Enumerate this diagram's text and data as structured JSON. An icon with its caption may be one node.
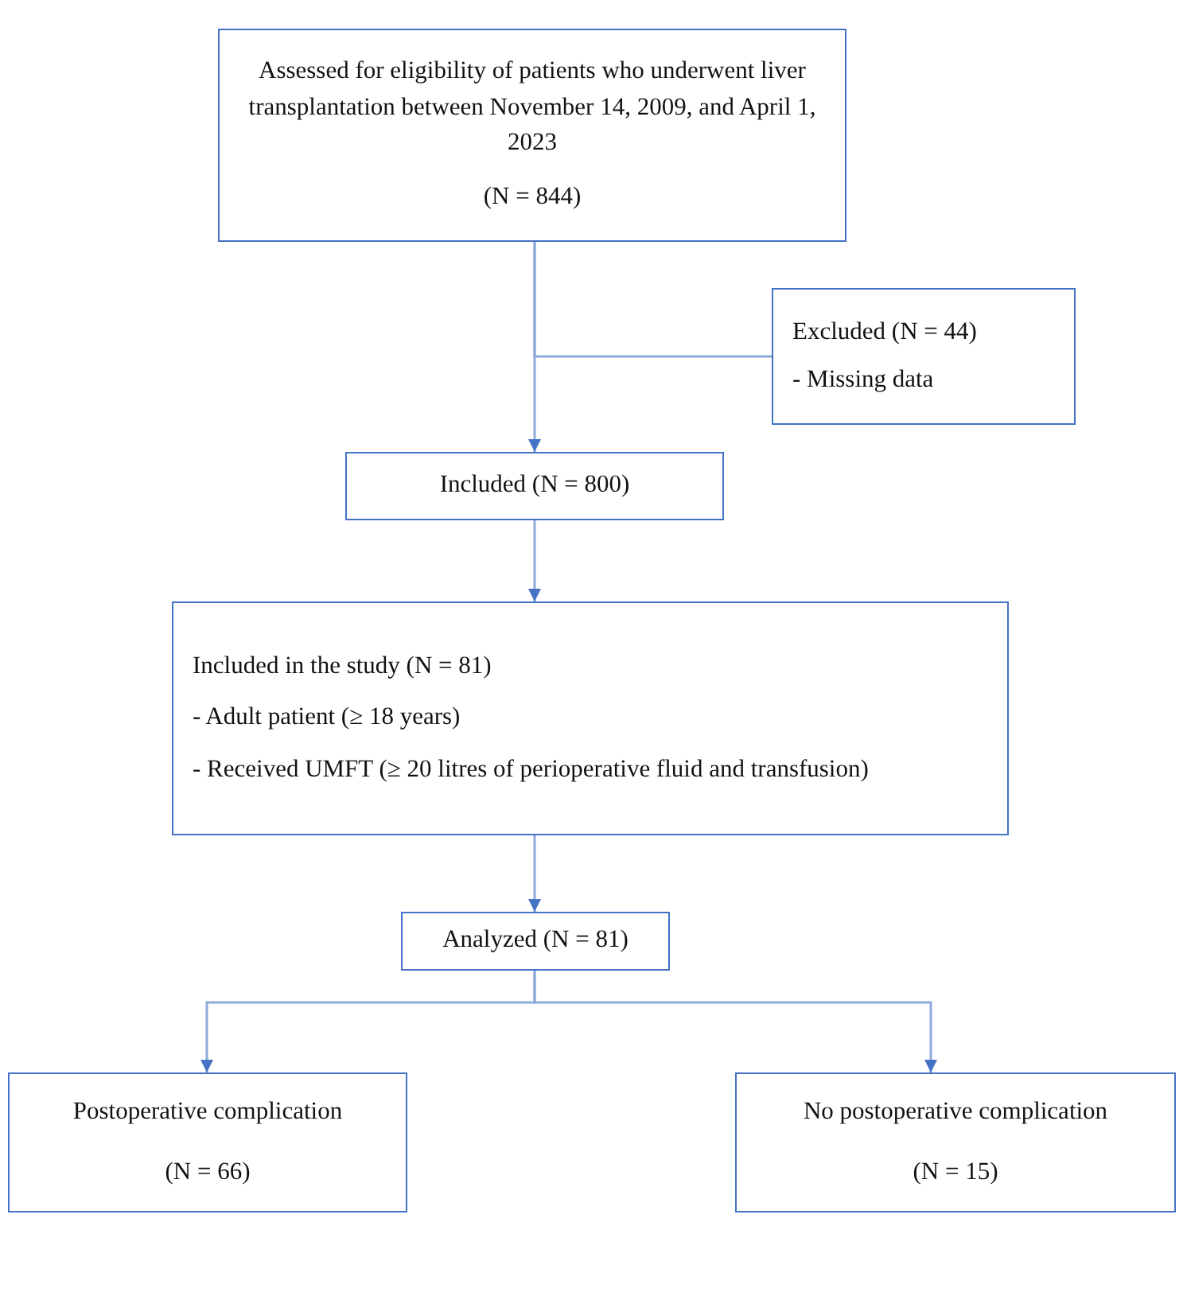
{
  "diagram": {
    "nodes": [
      {
        "text": [
          "Assessed for eligibility of patients who underwent liver transplantation between November 14, 2009, and April 1, 2023",
          "(N = 844)"
        ]
      },
      {
        "text": [
          "Excluded (N = 44)",
          "- Missing data"
        ]
      },
      {
        "text": [
          "Included (N = 800)"
        ]
      },
      {
        "text": [
          "Included in the study (N = 81)",
          "- Adult patient (≥ 18 years)",
          "-  Received UMFT (≥ 20 litres of perioperative fluid and transfusion)"
        ]
      },
      {
        "text": [
          "Analyzed (N = 81)"
        ]
      },
      {
        "text": [
          "Postoperative complication",
          "(N = 66)"
        ]
      },
      {
        "text": [
          "No postoperative complication",
          "(N = 15)"
        ]
      }
    ],
    "edges": [
      {
        "from": 0,
        "to": 2,
        "arrow": "to"
      },
      {
        "from": 0,
        "to": 1,
        "arrow": "none"
      },
      {
        "from": 2,
        "to": 3,
        "arrow": "to"
      },
      {
        "from": 3,
        "to": 4,
        "arrow": "to"
      },
      {
        "from": 4,
        "to": 5,
        "arrow": "to"
      },
      {
        "from": 4,
        "to": 6,
        "arrow": "to"
      }
    ]
  }
}
